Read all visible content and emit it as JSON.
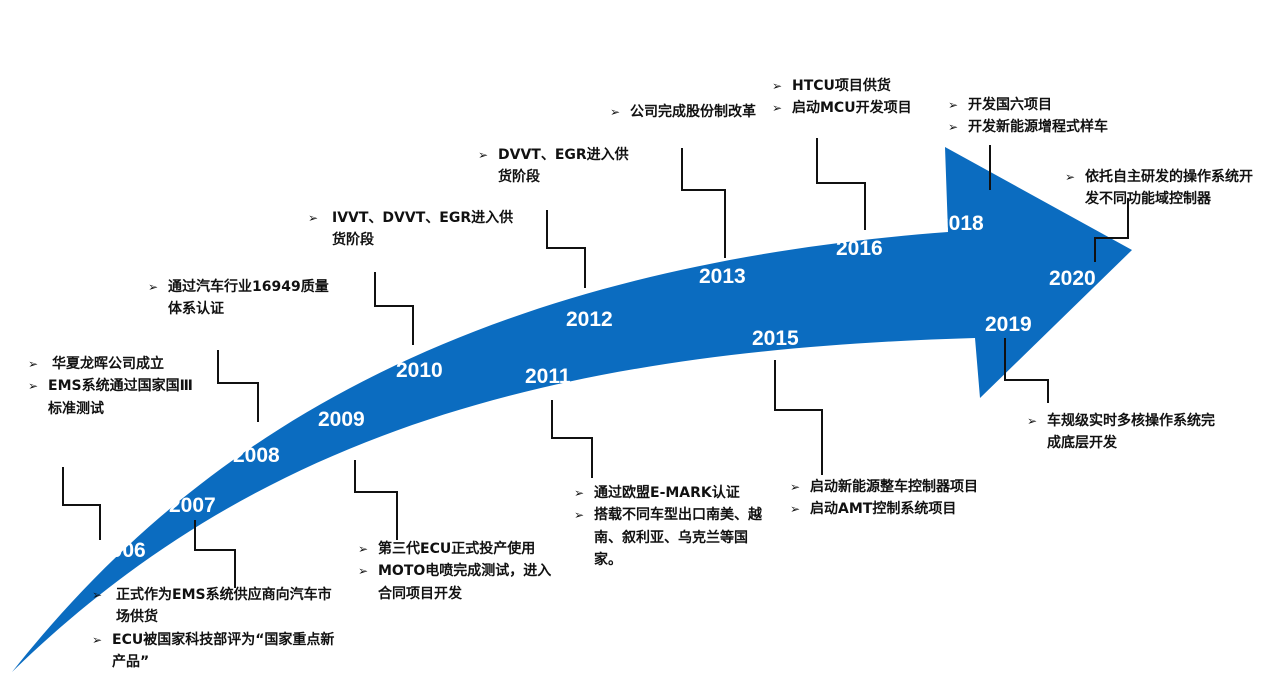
{
  "colors": {
    "arrow": "#0b6cc0",
    "line": "#111111",
    "year_text": "#ffffff"
  },
  "bullet": "➢",
  "years": {
    "y2006": "2006",
    "y2007": "2007",
    "y2008": "2008",
    "y2009": "2009",
    "y2010": "2010",
    "y2011": "2011",
    "y2012": "2012",
    "y2013": "2013",
    "y2015": "2015",
    "y2016": "2016",
    "y2018": "2018",
    "y2019": "2019",
    "y2020": "2020"
  },
  "milestones": {
    "m2006": [
      "华夏龙晖公司成立",
      "EMS系统通过国家国Ⅲ标准测试"
    ],
    "m2007": [
      "正式作为EMS系统供应商向汽车市场供货",
      "ECU被国家科技部评为“国家重点新产品”"
    ],
    "m2008": [
      "通过汽车行业16949质量体系认证"
    ],
    "m2009": [
      "第三代ECU正式投产使用",
      "MOTO电喷完成测试，进入合同项目开发"
    ],
    "m2010": [
      "IVVT、DVVT、EGR进入供货阶段"
    ],
    "m2011": [
      "通过欧盟E-MARK认证",
      "搭载不同车型出口南美、越南、叙利亚、乌克兰等国家。"
    ],
    "m2012": [
      "DVVT、EGR进入供货阶段"
    ],
    "m2013": [
      "公司完成股份制改革"
    ],
    "m2015": [
      "启动新能源整车控制器项目",
      "启动AMT控制系统项目"
    ],
    "m2016": [
      "HTCU项目供货",
      "启动MCU开发项目"
    ],
    "m2018": [
      "开发国六项目",
      "开发新能源增程式样车"
    ],
    "m2019": [
      "车规级实时多核操作系统完成底层开发"
    ],
    "m2020": [
      "依托自主研发的操作系统开发不同功能域控制器"
    ]
  }
}
